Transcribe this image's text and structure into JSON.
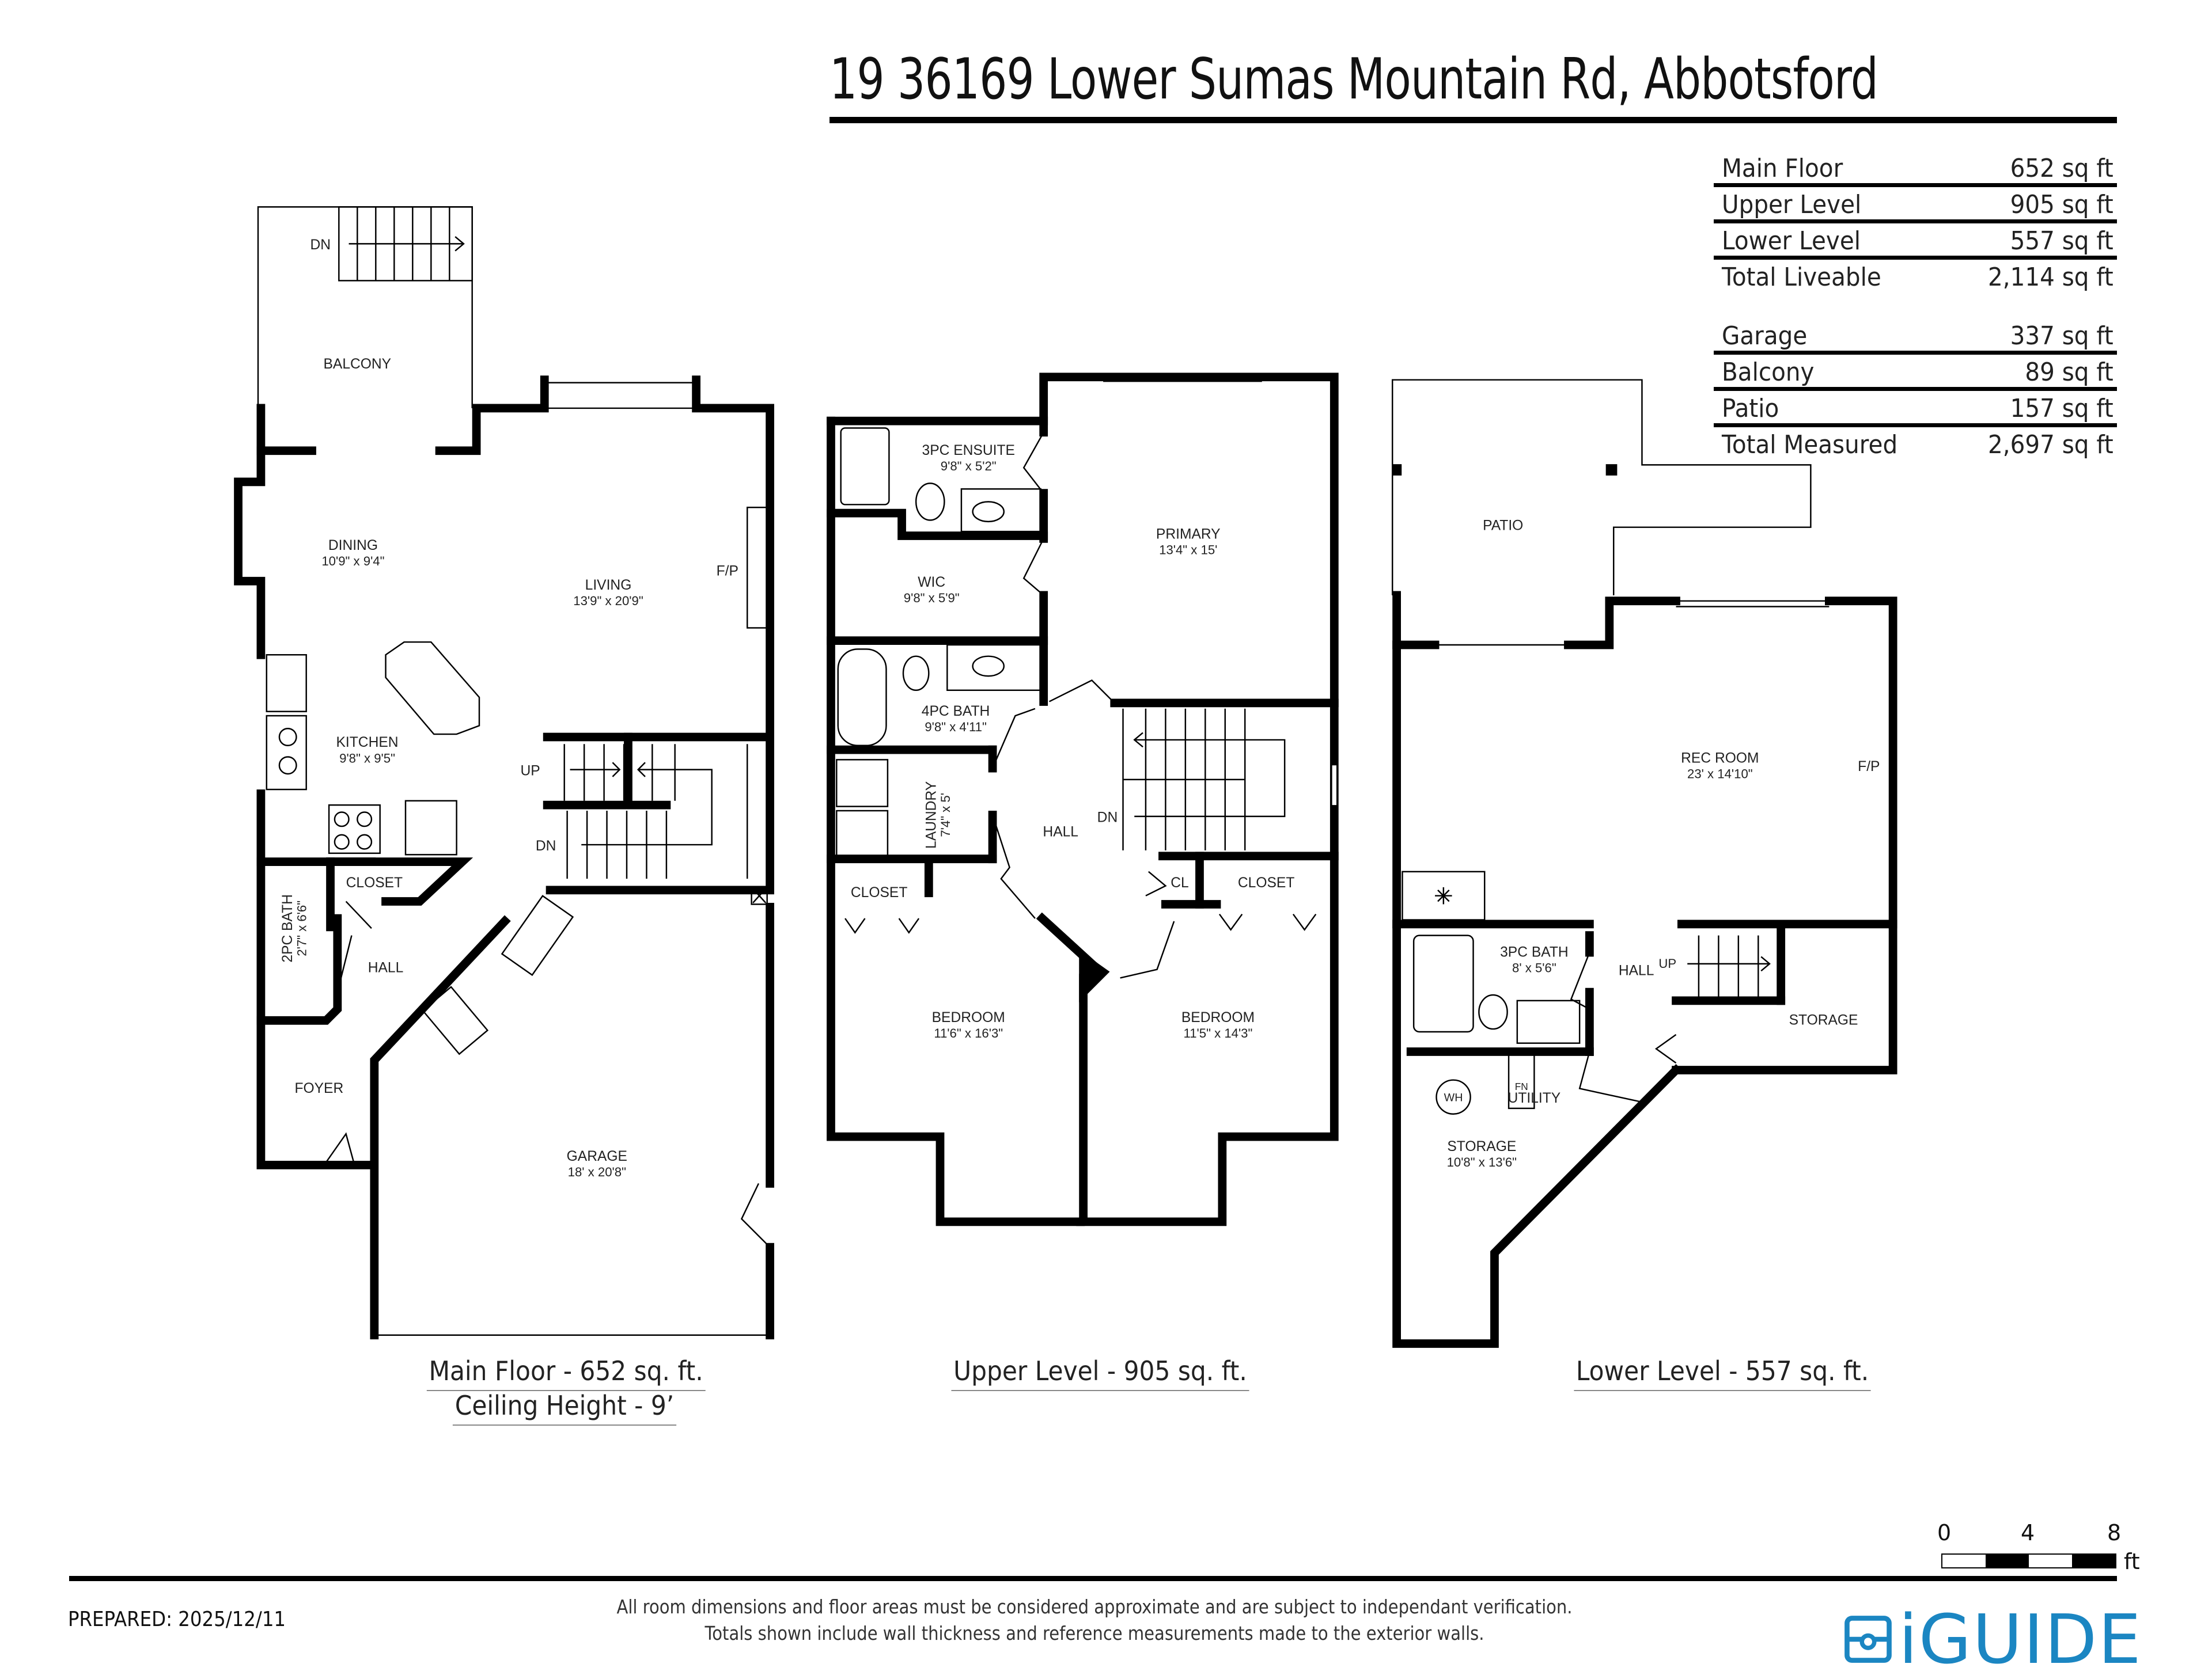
{
  "header": {
    "title": "19 36169 Lower Sumas Mountain Rd, Abbotsford"
  },
  "area_summary": {
    "liveable": [
      {
        "label": "Main Floor",
        "value": "652 sq ft"
      },
      {
        "label": "Upper Level",
        "value": "905 sq ft"
      },
      {
        "label": "Lower Level",
        "value": "557 sq ft"
      },
      {
        "label": "Total Liveable",
        "value": "2,114 sq ft"
      }
    ],
    "measured": [
      {
        "label": "Garage",
        "value": "337 sq ft"
      },
      {
        "label": "Balcony",
        "value": "89 sq ft"
      },
      {
        "label": "Patio",
        "value": "157 sq ft"
      },
      {
        "label": "Total Measured",
        "value": "2,697 sq ft"
      }
    ]
  },
  "floors": {
    "main": {
      "caption": "Main Floor - 652 sq. ft.",
      "caption2": "Ceiling Height - 9’",
      "rooms": {
        "balcony": {
          "name": "BALCONY"
        },
        "balcony_stairs": {
          "name": "DN"
        },
        "dining": {
          "name": "DINING",
          "dims": "10'9\" x 9'4\""
        },
        "living": {
          "name": "LIVING",
          "dims": "13'9\" x 20'9\""
        },
        "fireplace": {
          "name": "F/P"
        },
        "kitchen": {
          "name": "KITCHEN",
          "dims": "9'8\" x 9'5\""
        },
        "stairs_up": {
          "name": "UP"
        },
        "stairs_dn": {
          "name": "DN"
        },
        "closet": {
          "name": "CLOSET"
        },
        "bath": {
          "name": "2PC BATH",
          "dims": "2'7\" x 6'6\""
        },
        "hall": {
          "name": "HALL"
        },
        "foyer": {
          "name": "FOYER"
        },
        "garage": {
          "name": "GARAGE",
          "dims": "18' x 20'8\""
        }
      }
    },
    "upper": {
      "caption": "Upper Level - 905 sq. ft.",
      "rooms": {
        "ensuite": {
          "name": "3PC ENSUITE",
          "dims": "9'8\" x 5'2\""
        },
        "primary": {
          "name": "PRIMARY",
          "dims": "13'4\" x 15'"
        },
        "wic": {
          "name": "WIC",
          "dims": "9'8\" x 5'9\""
        },
        "bath": {
          "name": "4PC BATH",
          "dims": "9'8\" x 4'11\""
        },
        "laundry": {
          "name": "LAUNDRY",
          "dims": "7'4\" x 5'"
        },
        "hall": {
          "name": "HALL"
        },
        "stairs_dn": {
          "name": "DN"
        },
        "cl": {
          "name": "CL"
        },
        "closet_left": {
          "name": "CLOSET"
        },
        "closet_right": {
          "name": "CLOSET"
        },
        "bedroom_left": {
          "name": "BEDROOM",
          "dims": "11'6\" x 16'3\""
        },
        "bedroom_right": {
          "name": "BEDROOM",
          "dims": "11'5\" x 14'3\""
        }
      }
    },
    "lower": {
      "caption": "Lower Level - 557 sq. ft.",
      "rooms": {
        "patio": {
          "name": "PATIO"
        },
        "rec_room": {
          "name": "REC ROOM",
          "dims": "23' x 14'10\""
        },
        "fireplace": {
          "name": "F/P"
        },
        "bath": {
          "name": "3PC BATH",
          "dims": "8' x 5'6\""
        },
        "hall": {
          "name": "HALL"
        },
        "stairs_up": {
          "name": "UP"
        },
        "storage_right": {
          "name": "STORAGE"
        },
        "water_heater": {
          "name": "WH"
        },
        "furnace": {
          "name": "FN"
        },
        "utility": {
          "name": "UTILITY"
        },
        "storage": {
          "name": "STORAGE",
          "dims": "10'8\" x 13'6\""
        }
      }
    }
  },
  "scale_bar": {
    "ticks": [
      "0",
      "4",
      "8"
    ],
    "unit": "ft"
  },
  "footer": {
    "prepared": "PREPARED: 2025/12/11",
    "disclaimer_line1": "All room dimensions and floor areas must be considered approximate and are subject to independant verification.",
    "disclaimer_line2": "Totals shown include wall thickness and reference measurements made to the exterior walls.",
    "brand": "iGUIDE",
    "brand_color": "#1b86c2"
  }
}
